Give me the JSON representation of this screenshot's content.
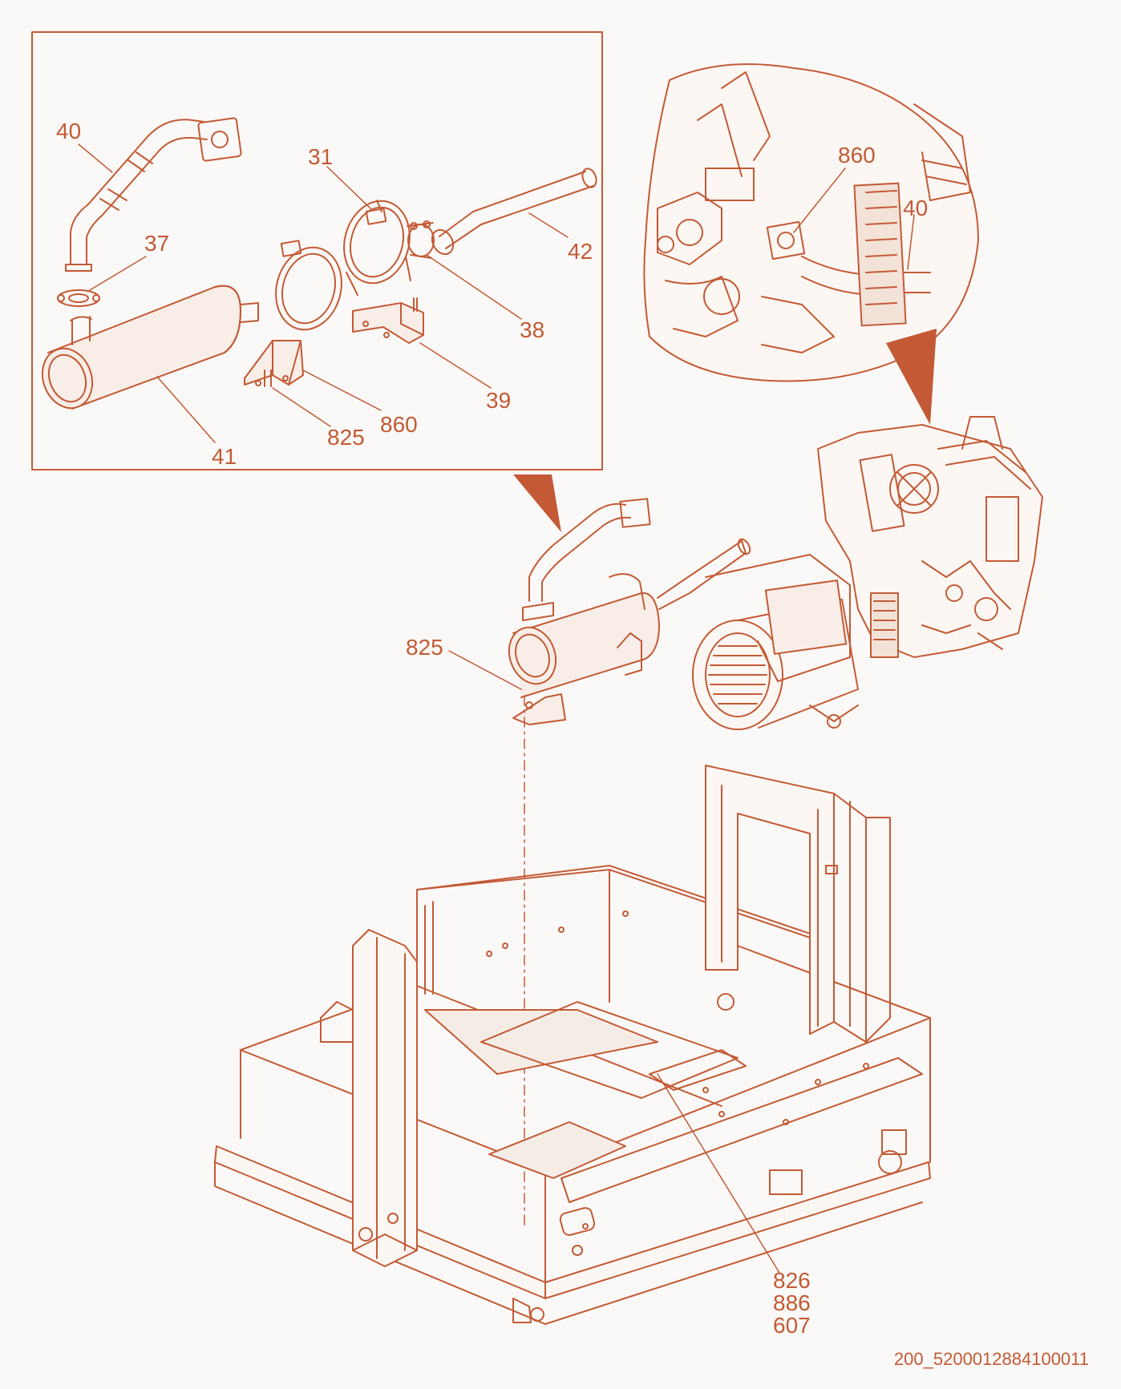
{
  "colors": {
    "line": "#c35a35",
    "fill": "#f3e6df",
    "arrow": "#c35a35",
    "background": "#fbf9f7"
  },
  "callouts": {
    "inset_40": "40",
    "inset_31": "31",
    "inset_37": "37",
    "inset_42": "42",
    "inset_38": "38",
    "inset_39": "39",
    "inset_860": "860",
    "inset_825": "825",
    "inset_41": "41",
    "detail_860": "860",
    "detail_40": "40",
    "assembly_825": "825",
    "frame_826": "826",
    "frame_886": "886",
    "frame_607": "607"
  },
  "figure_id": "200_5200012884100011"
}
